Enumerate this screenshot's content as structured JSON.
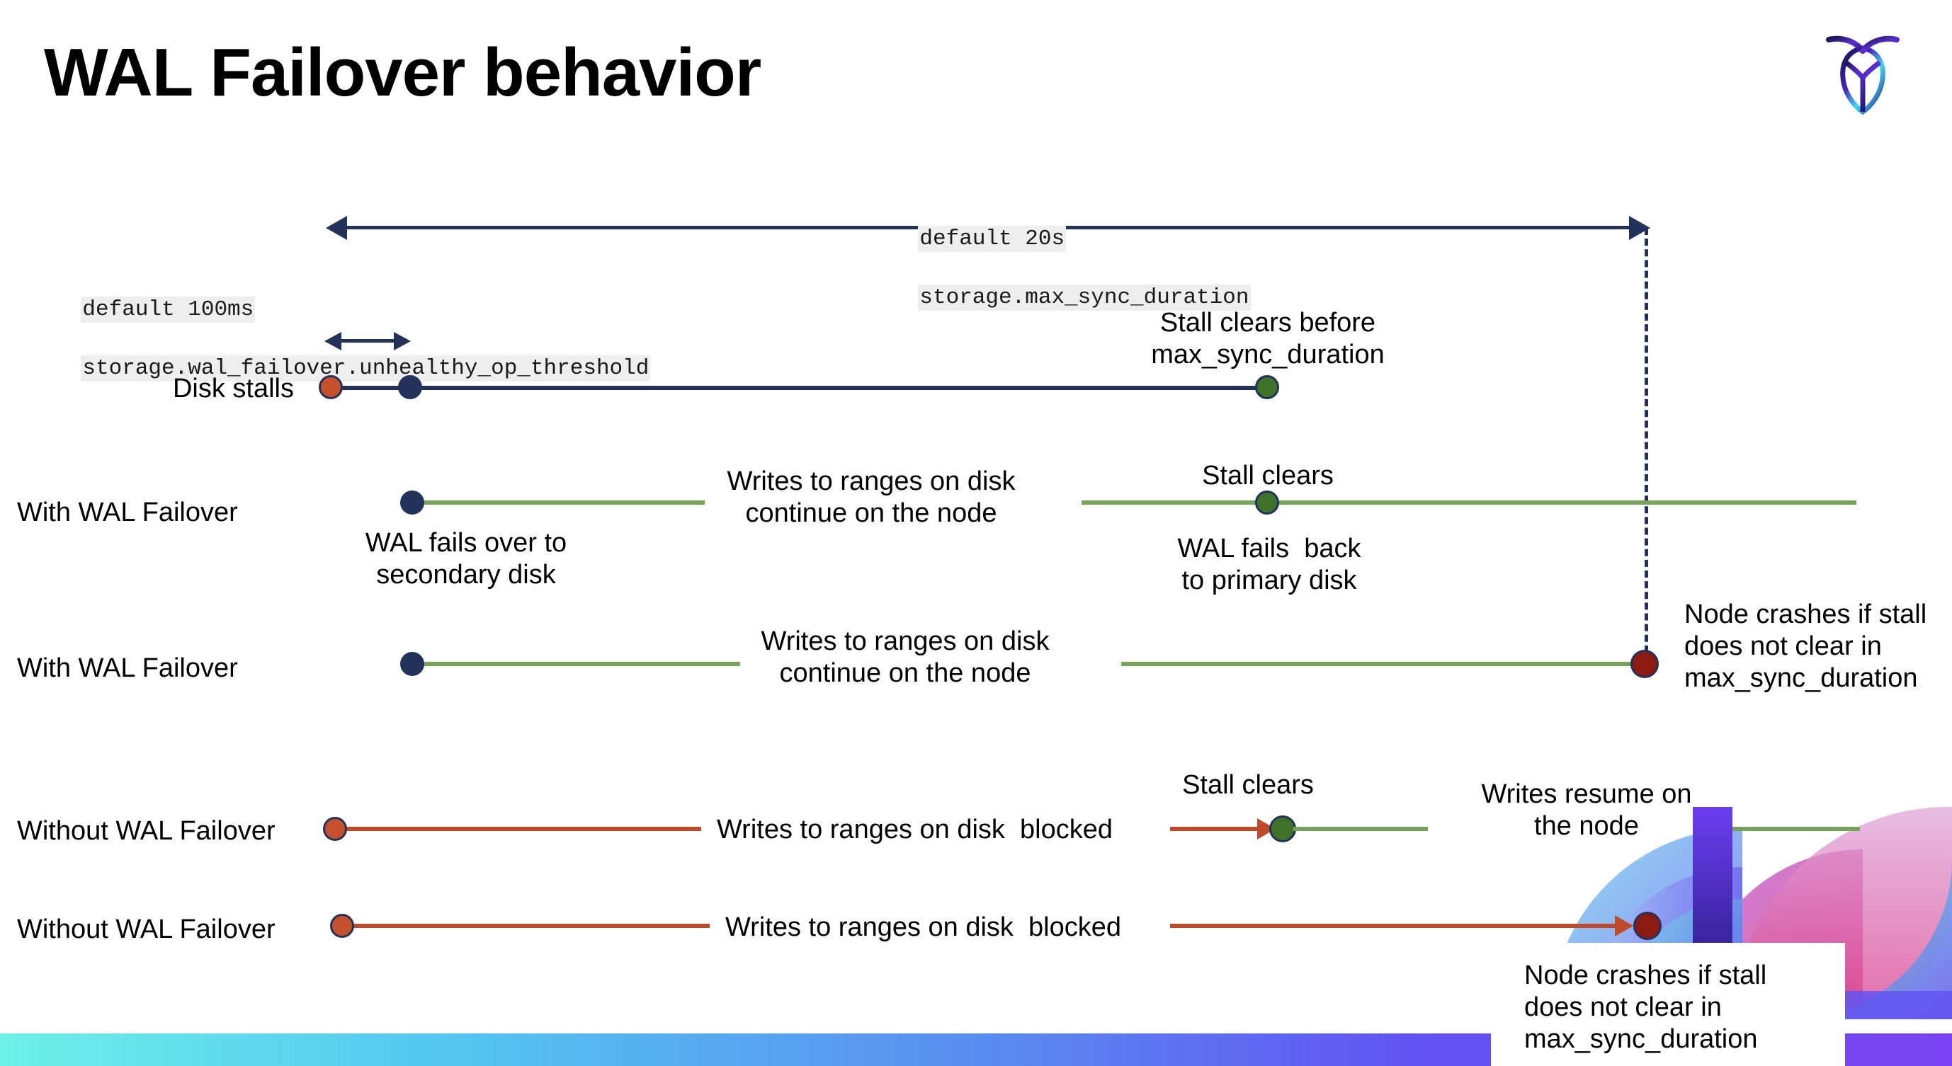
{
  "slide": {
    "title": "WAL Failover behavior",
    "logo_name": "cockroachdb-logo"
  },
  "settings": {
    "max_sync": {
      "default": "default 20s",
      "name": "storage.max_sync_duration"
    },
    "unhealthy": {
      "default": "default 100ms",
      "name": "storage.wal_failover.unhealthy_op_threshold"
    }
  },
  "rows": {
    "disk_stalls": {
      "label": "Disk stalls",
      "note": "Stall clears before\nmax_sync_duration"
    },
    "with_failover_clears": {
      "label": "With WAL Failover",
      "start_note": "WAL fails over to\nsecondary disk",
      "middle_note": "Writes to ranges on disk\ncontinue on the node",
      "clear_note": "Stall clears",
      "back_note": "WAL fails  back\nto primary disk"
    },
    "with_failover_crash": {
      "label": "With WAL Failover",
      "middle_note": "Writes to ranges on disk\ncontinue on the node",
      "crash_note": "Node crashes if stall\ndoes not clear in\nmax_sync_duration"
    },
    "without_failover_clears": {
      "label": "Without WAL Failover",
      "blocked_note": "Writes to ranges on disk  blocked",
      "clear_note": "Stall clears",
      "resume_note": "Writes resume on\nthe node"
    },
    "without_failover_crash": {
      "label": "Without WAL Failover",
      "blocked_note": "Writes to ranges on disk  blocked",
      "crash_note": "Node crashes if stall\ndoes not clear in\nmax_sync_duration"
    }
  },
  "colors": {
    "navy": "#22325a",
    "green_line": "#76a35a",
    "orange_line": "#c0492a",
    "dot_orange": "#c4512c",
    "dot_green": "#3f7229",
    "dot_darkred": "#8d1a11",
    "callout_bg": "#eeeeee",
    "bottom_bar_start": "#6ff0e8",
    "bottom_bar_end": "#7a42f0"
  }
}
